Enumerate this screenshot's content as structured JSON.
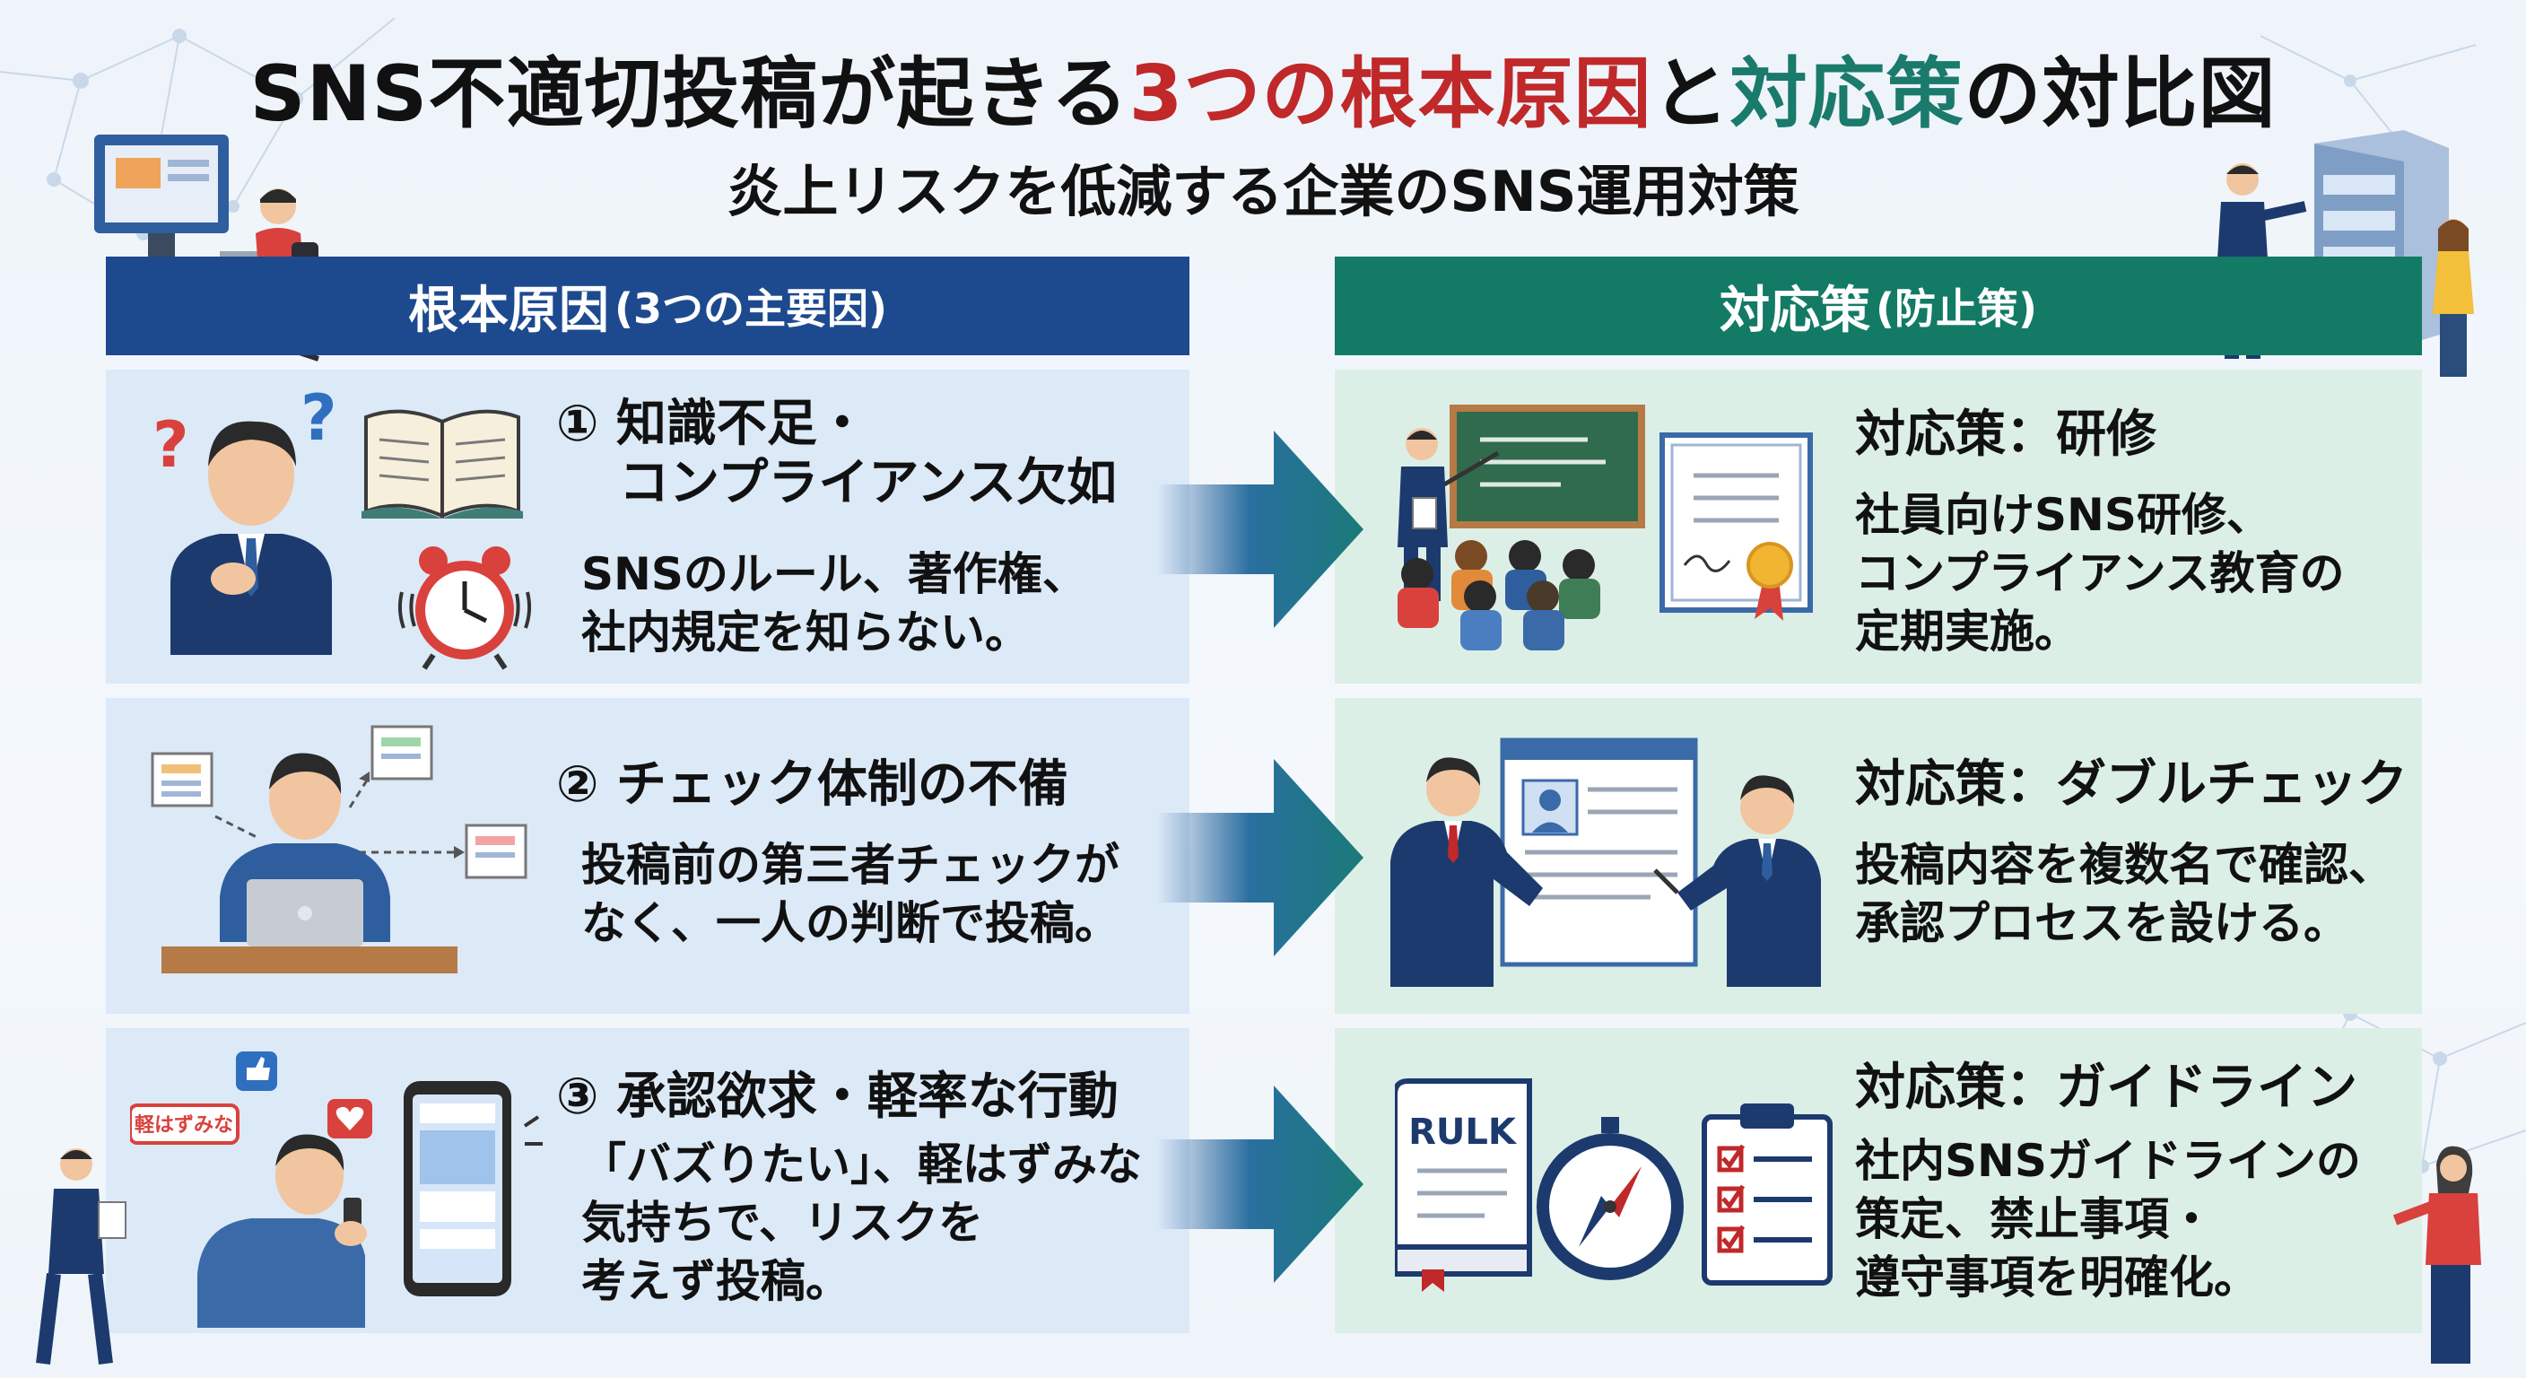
{
  "title": {
    "part1": "SNS不適切投稿が起きる",
    "part2": "3つの根本原因",
    "part3": "と",
    "part4": "対応策",
    "part5": "の対比図"
  },
  "subtitle": "炎上リスクを低減する企業のSNS運用対策",
  "left_header": {
    "main": "根本原因",
    "sub": "(3つの主要因)"
  },
  "right_header": {
    "main": "対応策",
    "sub": "(防止策)"
  },
  "causes": [
    {
      "title_line1": "① 知識不足・",
      "title_line2": "コンプライアンス欠如",
      "desc_line1": "SNSのルール、著作権、",
      "desc_line2": "社内規定を知らない。"
    },
    {
      "title_line1": "② チェック体制の不備",
      "desc_line1": "投稿前の第三者チェックが",
      "desc_line2": "なく、一人の判断で投稿。"
    },
    {
      "title_line1": "③ 承認欲求・軽率な行動",
      "desc_line1": "「バズりたい」、軽はずみな",
      "desc_line2": "気持ちで、リスクを",
      "desc_line3": "考えず投稿。"
    }
  ],
  "countermeasures": [
    {
      "title": "対応策：研修",
      "desc_line1": "社員向けSNS研修、",
      "desc_line2": "コンプライアンス教育の",
      "desc_line3": "定期実施。"
    },
    {
      "title": "対応策：ダブルチェック",
      "desc_line1": "投稿内容を複数名で確認、",
      "desc_line2": "承認プロセスを設ける。"
    },
    {
      "title": "対応策：ガイドライン",
      "desc_line1": "社内SNSガイドラインの",
      "desc_line2": "策定、禁止事項・",
      "desc_line3": "遵守事項を明確化。"
    }
  ],
  "illustration_text": {
    "speech_bubble": "軽はずみな",
    "book_label": "RULK"
  },
  "colors": {
    "navy": "#1d4a8f",
    "teal": "#137a66",
    "red": "#c0282a",
    "panel_left": "#dce9f7",
    "panel_right": "#dcefe6"
  },
  "icons": [
    "person-thinking-icon",
    "question-mark-icon",
    "open-book-icon",
    "alarm-clock-icon",
    "person-laptop-icon",
    "document-icon",
    "smartphone-icon",
    "like-icon",
    "heart-icon",
    "presenter-icon",
    "whiteboard-icon",
    "certificate-icon",
    "two-businessmen-icon",
    "rule-book-icon",
    "compass-icon",
    "checklist-icon",
    "server-rack-icon",
    "arrow-right-icon"
  ]
}
